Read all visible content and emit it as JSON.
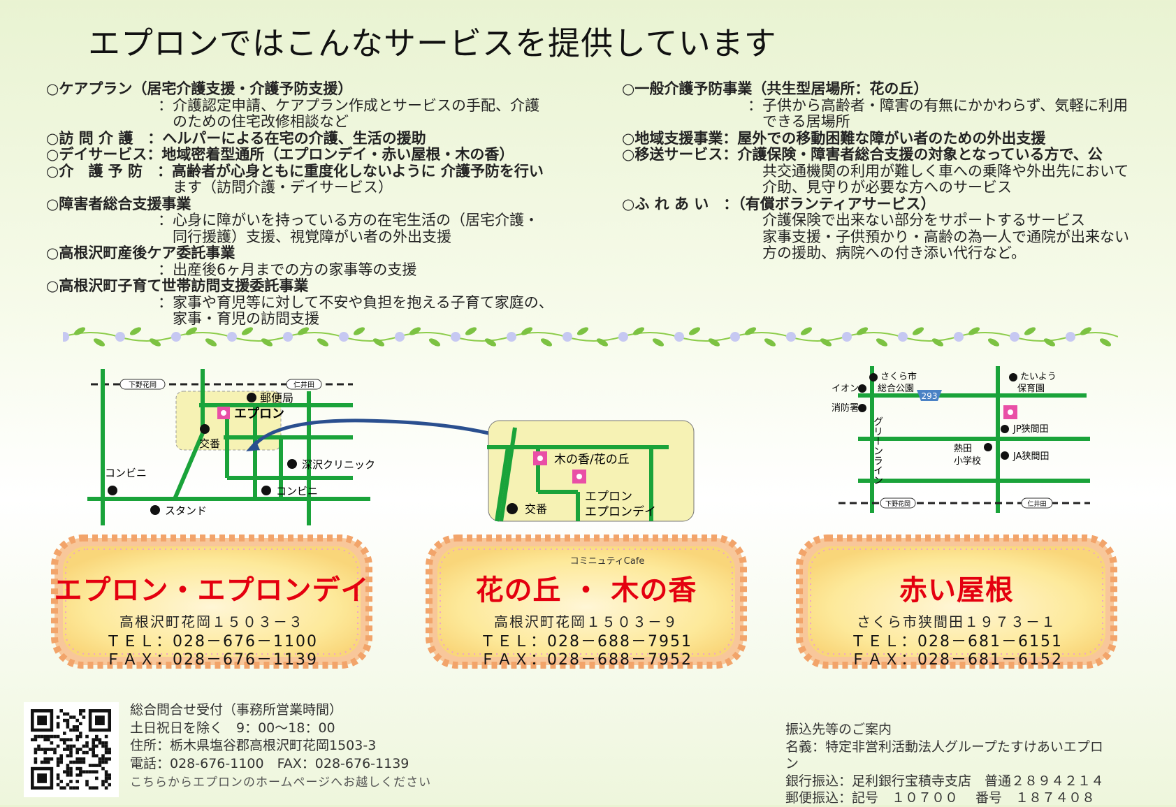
{
  "title": "エプロンではこんなサービスを提供しています",
  "services_left": [
    {
      "head": "○ケアプラン（居宅介護支援・介護予防支援）",
      "desc": [
        "：介護認定申請、ケアプラン作成とサービスの手配、介護",
        "　のための住宅改修相談など"
      ]
    },
    {
      "head": "○訪 問 介 護　：ヘルパーによる在宅の介護、生活の援助",
      "desc": []
    },
    {
      "head": "○デイサービス：地域密着型通所（エプロンデイ・赤い屋根・木の香）",
      "desc": []
    },
    {
      "head": "○介　護 予 防　：高齢者が心身ともに重度化しないように 介護予防を行い",
      "desc": [
        "　ます（訪問介護・デイサービス）"
      ]
    },
    {
      "head": "○障害者総合支援事業",
      "desc": [
        "：心身に障がいを持っている方の在宅生活の（居宅介護・",
        "　同行援護）支援、視覚障がい者の外出支援"
      ]
    },
    {
      "head": "○高根沢町産後ケア委託事業",
      "desc": [
        "：出産後6ヶ月までの方の家事等の支援"
      ]
    },
    {
      "head": "○高根沢町子育て世帯訪問支援委託事業",
      "desc": [
        "：家事や育児等に対して不安や負担を抱える子育て家庭の、",
        "　家事・育児の訪問支援"
      ]
    }
  ],
  "services_right": [
    {
      "head": "○一般介護予防事業（共生型居場所：花の丘）",
      "desc": [
        "：子供から高齢者・障害の有無にかかわらず、気軽に利用",
        "　できる居場所"
      ]
    },
    {
      "head": "○地域支援事業：屋外での移動困難な障がい者のための外出支援",
      "desc": []
    },
    {
      "head": "○移送サービス：介護保険・障害者総合支援の対象となっている方で、公",
      "desc": [
        "　共交通機関の利用が難しく車への乗降や外出先において",
        "　介助、見守りが必要な方へのサービス"
      ]
    },
    {
      "head": "○ふ れ あ い　：（有償ボランティアサービス）",
      "desc": [
        "　介護保険で出来ない部分をサポートするサービス",
        "　家事支援・子供預かり・高齢の為一人で通院が出来ない",
        "　方の援助、病院への付き添い代行など。"
      ]
    }
  ],
  "map1": {
    "road_left": "下野花岡",
    "road_right": "仁井田",
    "post": "郵便局",
    "apron": "エプロン",
    "koban": "交番",
    "konbini1": "コンビニ",
    "konbini2": "コンビニ",
    "clinic": "深沢クリニック",
    "stand": "スタンド"
  },
  "map2": {
    "kinoka": "木の香/花の丘",
    "apron": "エプロン",
    "apron_day": "エプロンデイ",
    "koban": "交番"
  },
  "map3": {
    "sakura_park": "さくら市",
    "sakura_park2": "総合公園",
    "aeon": "イオン",
    "fire": "消防署",
    "route": "293",
    "taiyou": "たいよう",
    "taiyou2": "保育園",
    "jp": "JP狭間田",
    "ja": "JA狭間田",
    "school": "熱田",
    "school2": "小学校",
    "green_line": "グリーンライン",
    "road_left": "下野花岡",
    "road_right": "仁井田"
  },
  "cards": [
    {
      "sub": "",
      "name": "エプロン・エプロンデイ",
      "addr": "高根沢町花岡１５０３－３",
      "tel": "ＴＥＬ：028－676－1100",
      "fax": "ＦＡＸ：028－676－1139"
    },
    {
      "sub": "コミニュティCafe",
      "name": "花の丘 ・ 木の香",
      "addr": "高根沢町花岡１５０３－９",
      "tel": "ＴＥＬ：028－688－7951",
      "fax": "ＦＡＸ：028－688－7952"
    },
    {
      "sub": "",
      "name": "赤い屋根",
      "addr": "さくら市狭間田１９７３－１",
      "tel": "ＴＥＬ：028－681－6151",
      "fax": "ＦＡＸ：028－681－6152"
    }
  ],
  "contact": {
    "line1": "総合問合せ受付（事務所営業時間）",
    "line2": "土日祝日を除く　9：00〜18：00",
    "line3": "住所：栃木県塩谷郡高根沢町花岡1503-3",
    "line4": "電話：028-676-1100　FAX：028-676-1139",
    "note": "こちらからエプロンのホームページへお越しください"
  },
  "bank": {
    "line1": "振込先等のご案内",
    "line2": "名義：特定非営利活動法人グループたすけあいエプロ",
    "line2b": "ン",
    "line3": "銀行振込：足利銀行宝積寺支店　普通２８９４２１４",
    "line4": "郵便振込：記号　１０７００　 番号　１８７４０８"
  },
  "colors": {
    "road": "#1aa33a",
    "red": "#e4000f",
    "card_fill": "#fde99a",
    "card_edge": "#f6b07a",
    "flower": "#e94fa6"
  }
}
